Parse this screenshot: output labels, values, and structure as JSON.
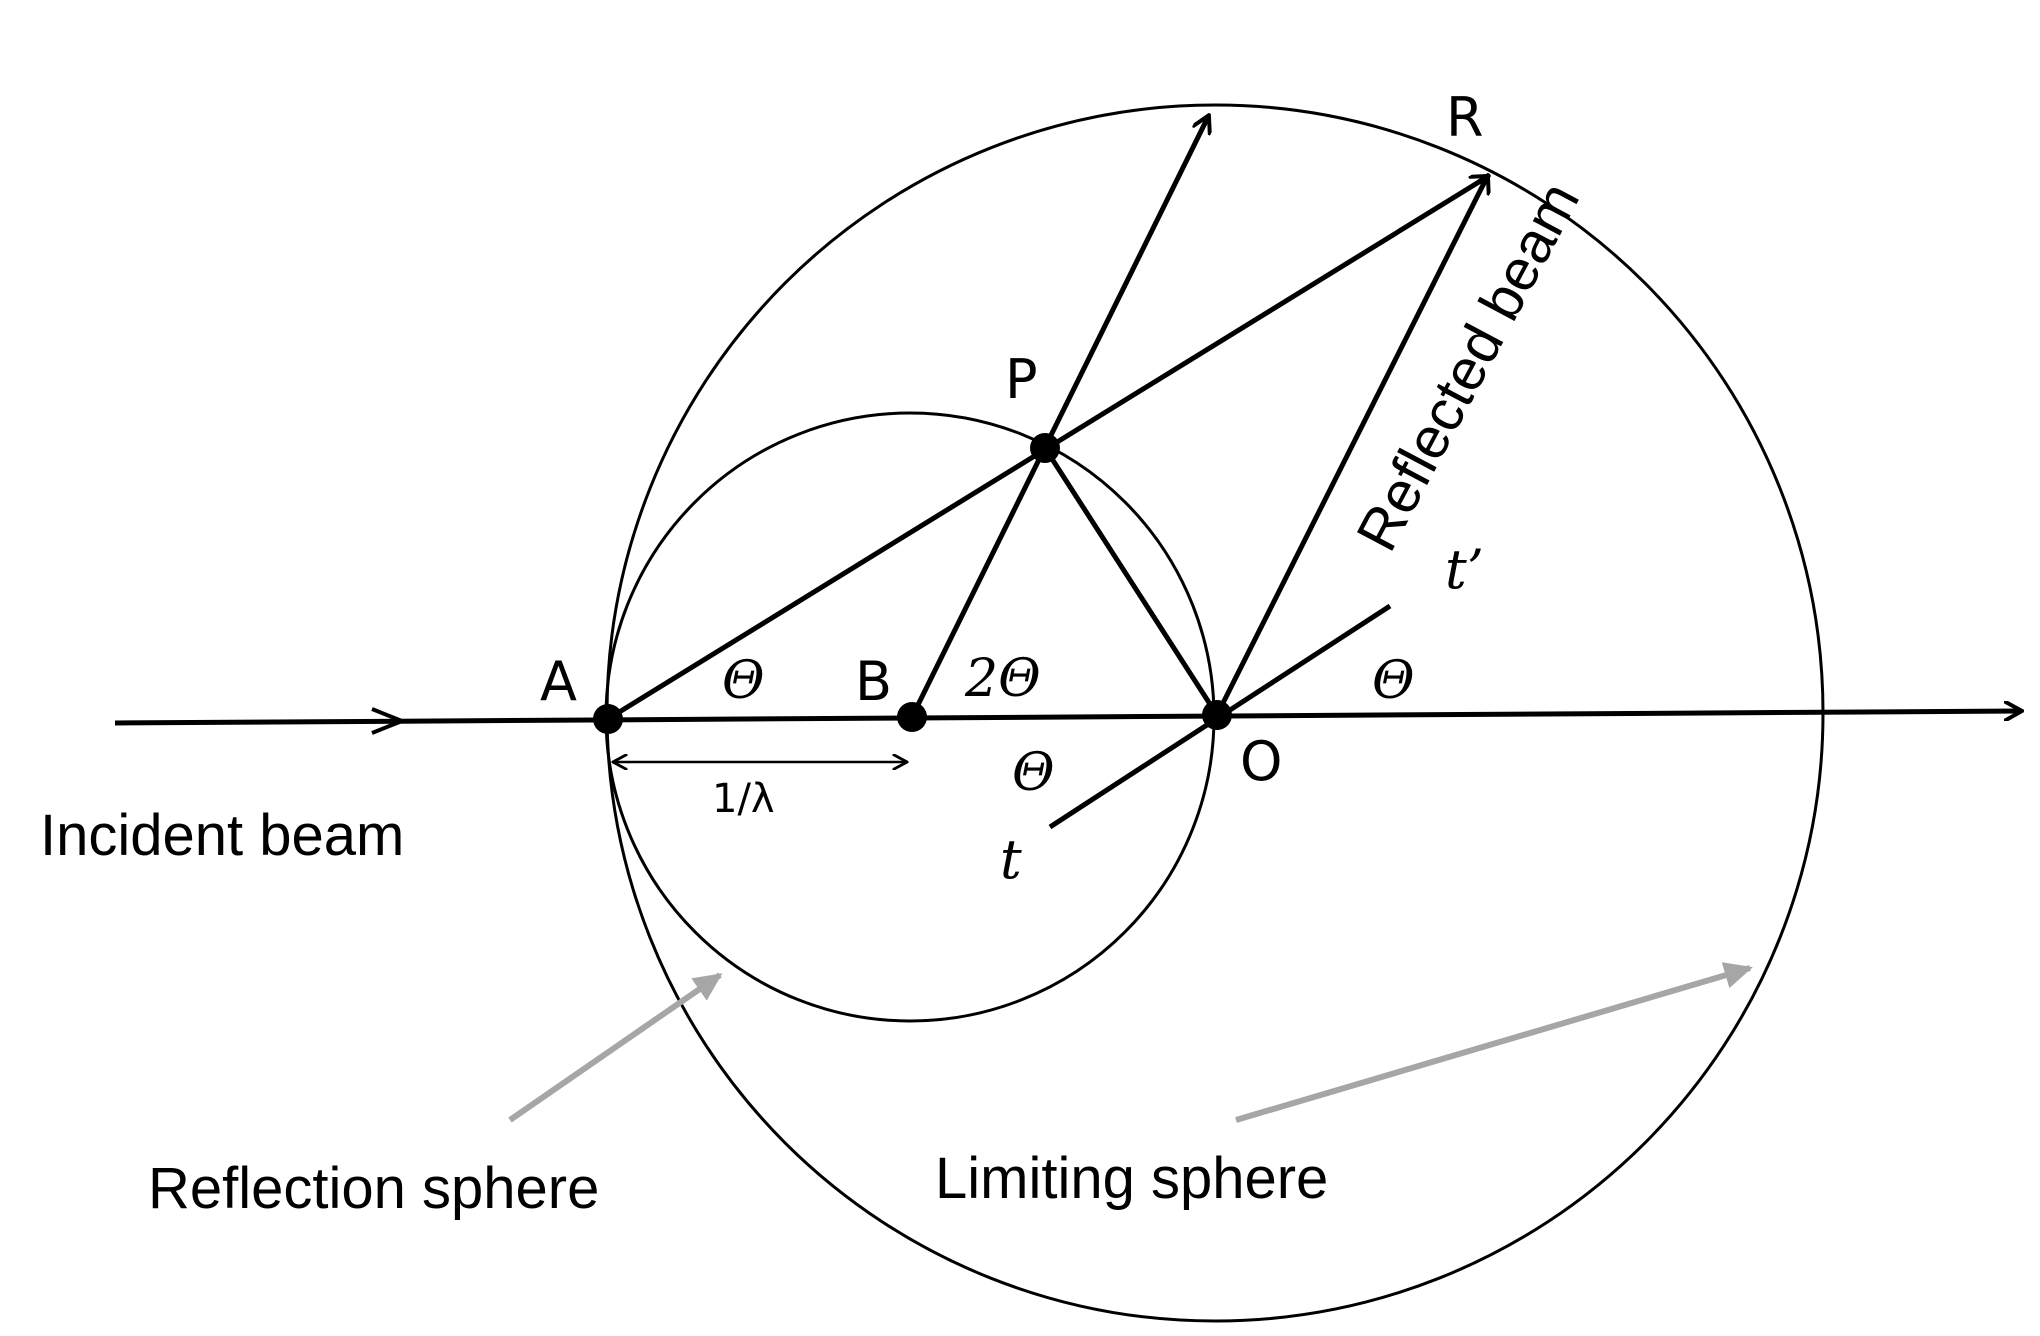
{
  "points": {
    "A": "A",
    "B": "B",
    "O": "O",
    "P": "P",
    "R": "R"
  },
  "angles": {
    "theta_at_A": "Θ",
    "two_theta_at_B": "2Θ",
    "theta_below_axis": "Θ",
    "theta_at_O": "Θ"
  },
  "tangent": {
    "t": "t",
    "t_prime": "t’"
  },
  "radius_label": "1/λ",
  "captions": {
    "incident": "Incident beam",
    "reflected": "Reflected beam",
    "reflection_sphere": "Reflection sphere",
    "limiting_sphere": "Limiting sphere"
  },
  "colors": {
    "ink": "#000000",
    "pointer": "#a6a6a6"
  }
}
